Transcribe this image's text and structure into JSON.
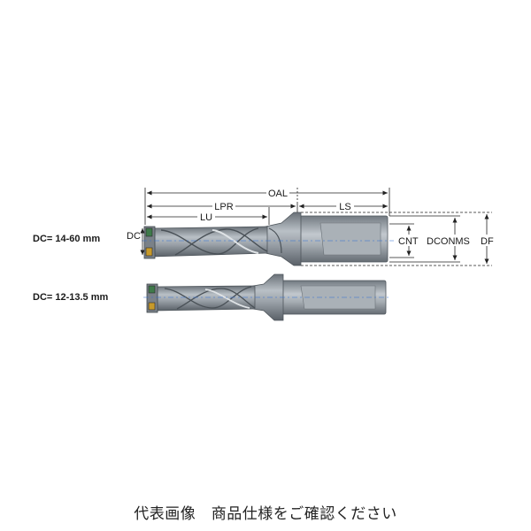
{
  "caption": "代表画像　商品仕様をご確認ください",
  "labels": {
    "oal": "OAL",
    "lpr": "LPR",
    "ls": "LS",
    "lu": "LU",
    "dc": "DC",
    "cnt": "CNT",
    "dconms": "DCONMS",
    "df": "DF",
    "range_large": "DC= 14-60 mm",
    "range_small": "DC= 12-13.5 mm"
  },
  "colors": {
    "body": "#8c949b",
    "body_dark": "#5f666d",
    "body_light": "#c4cad0",
    "insert_green": "#3f7a4a",
    "insert_gold": "#c79a2a",
    "dim_line": "#222222",
    "center_line": "#2f6fd6"
  }
}
